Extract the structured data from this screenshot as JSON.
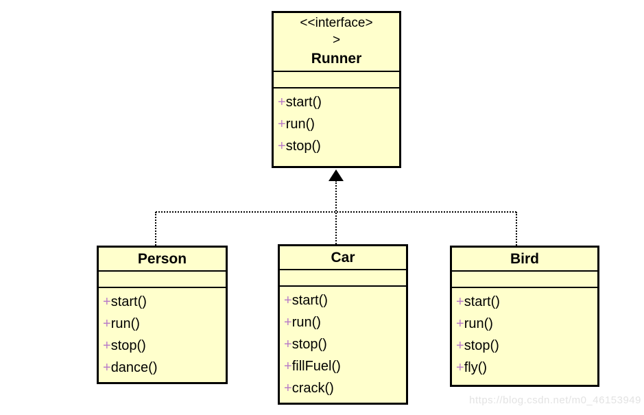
{
  "diagram": {
    "type": "uml-class-diagram",
    "colors": {
      "class_fill": "#FFFFCC",
      "class_border": "#000000",
      "visibility_marker": "#B87CC8",
      "connector": "#000000",
      "watermark": "#E3E3E3",
      "background": "#FFFFFF"
    },
    "relationship": {
      "type": "realization",
      "to": "Runner",
      "from": [
        "Person",
        "Car",
        "Bird"
      ],
      "arrow": "filled-triangle-up",
      "line_style": "dotted"
    },
    "classes": {
      "runner": {
        "stereotype_line1": "<<interface>",
        "stereotype_line2": ">",
        "name": "Runner",
        "methods": [
          {
            "visibility": "+",
            "signature": "start()"
          },
          {
            "visibility": "+",
            "signature": "run()"
          },
          {
            "visibility": "+",
            "signature": "stop()"
          }
        ]
      },
      "person": {
        "name": "Person",
        "methods": [
          {
            "visibility": "+",
            "signature": "start()"
          },
          {
            "visibility": "+",
            "signature": "run()"
          },
          {
            "visibility": "+",
            "signature": "stop()"
          },
          {
            "visibility": "+",
            "signature": "dance()"
          }
        ]
      },
      "car": {
        "name": "Car",
        "methods": [
          {
            "visibility": "+",
            "signature": "start()"
          },
          {
            "visibility": "+",
            "signature": "run()"
          },
          {
            "visibility": "+",
            "signature": "stop()"
          },
          {
            "visibility": "+",
            "signature": "fillFuel()"
          },
          {
            "visibility": "+",
            "signature": "crack()"
          }
        ]
      },
      "bird": {
        "name": "Bird",
        "methods": [
          {
            "visibility": "+",
            "signature": "start()"
          },
          {
            "visibility": "+",
            "signature": "run()"
          },
          {
            "visibility": "+",
            "signature": "stop()"
          },
          {
            "visibility": "+",
            "signature": "fly()"
          }
        ]
      }
    },
    "watermark_text": "https://blog.csdn.net/m0_46153949"
  }
}
